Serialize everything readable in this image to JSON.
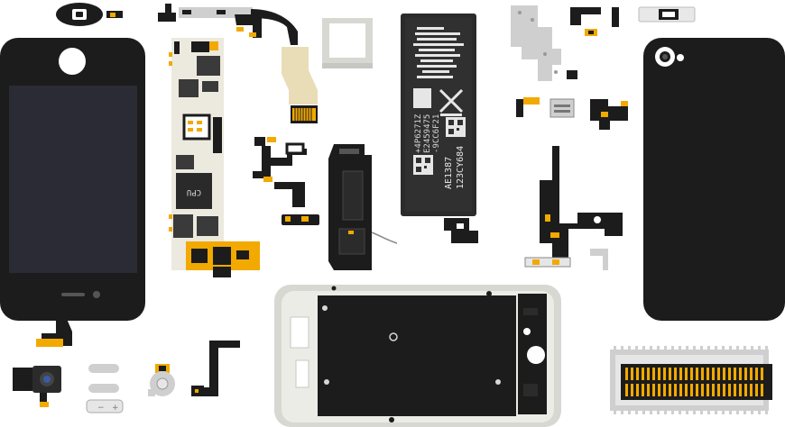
{
  "illustration": {
    "palette": {
      "black": "#1c1c1c",
      "screen": "#2b2b35",
      "board": "#ece9df",
      "chip": "#3a3a3a",
      "gold": "#f2a900",
      "flex": "#e9ddb8",
      "silver": "#cfcfcf",
      "frame": "#d8d8d2"
    },
    "battery": {
      "code_line_1": "AE1387",
      "code_line_2": "123CY684",
      "small_1": "+4P6271Z",
      "small_2": "E2459475",
      "small_3": "-9CC6F21"
    },
    "logic_board": {
      "chip_label": "CPU"
    }
  }
}
